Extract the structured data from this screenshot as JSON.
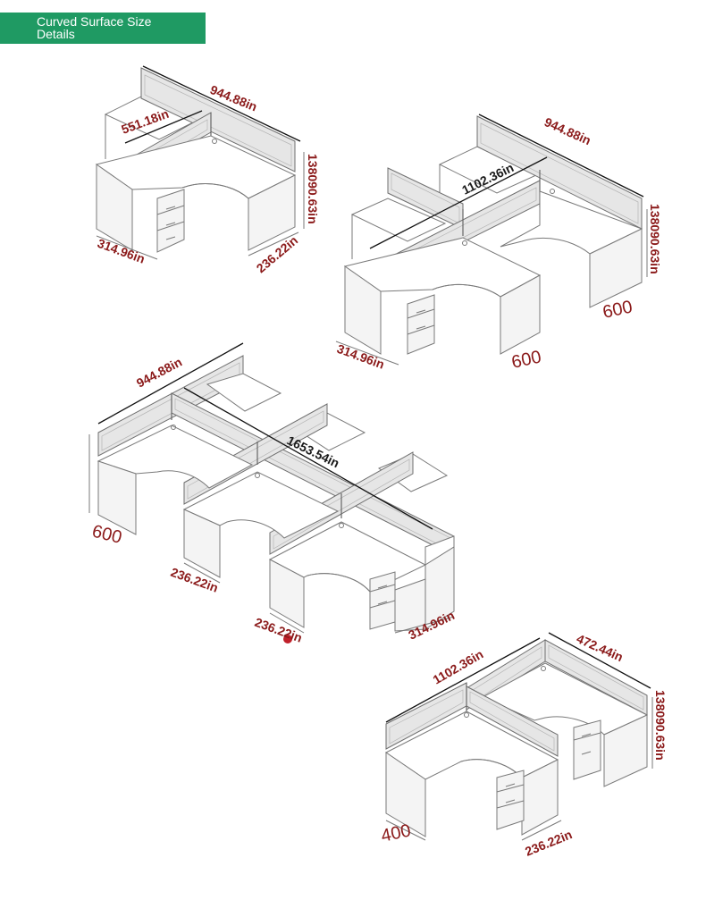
{
  "header": {
    "line1": "Curved Surface Size",
    "line2": "Details",
    "color": "#1f9a63"
  },
  "colors": {
    "dimension_text": "#8b1a1a",
    "lines": "#7a7a7a"
  },
  "diagrams": {
    "single": {
      "length": "944.88in",
      "inner": "551.18in",
      "height": "138090.63in",
      "depth": "314.96in",
      "width": "236.22in"
    },
    "double": {
      "length": "944.88in",
      "span": "1102.36in",
      "height": "138090.63in",
      "depth": "314.96in",
      "mark_right": "600",
      "mark_bottom": "600"
    },
    "triple": {
      "length": "944.88in",
      "span": "1653.54in",
      "mark_left": "600",
      "width1": "236.22in",
      "width2": "236.22in",
      "depth": "314.96in"
    },
    "corner": {
      "span": "1102.36in",
      "length": "472.44in",
      "height": "138090.63in",
      "mark": "400",
      "width": "236.22in"
    }
  }
}
